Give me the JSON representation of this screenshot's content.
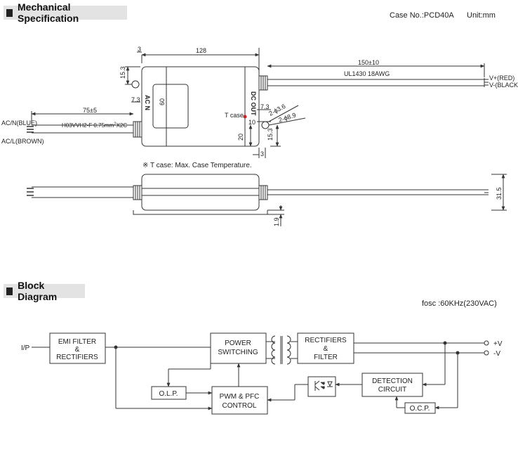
{
  "sections": {
    "mechanical_title": "Mechanical Specification",
    "block_title": "Block Diagram"
  },
  "case_info": {
    "case_no": "Case No.:PCD40A",
    "unit": "Unit:mm"
  },
  "fosc": "fosc :60KHz(230VAC)",
  "mechanical": {
    "dim_3_top": "3",
    "dim_128": "128",
    "dim_150": "150±10",
    "cable_out_label": "UL1430 18AWG",
    "v_plus_red": "V+(RED)",
    "v_minus_black": "V-(BLACK)",
    "dim_15_3_left": "15.3",
    "dim_7_3_left": "7.3",
    "ac_n_side": "AC N",
    "dim_60": "60",
    "dim_75": "75±5",
    "cable_in_label": "H03VVH2-F 0.75mm",
    "cable_in_sup": "2",
    "cable_in_suffix": "X2C",
    "ac_n_blue": "AC/N(BLUE)",
    "ac_l_brown": "AC/L(BROWN)",
    "t_case": "T case",
    "dc_out": "DC OUT",
    "dim_7_3_right": "7.3",
    "dim_10": "10",
    "dim_20": "20",
    "hole_small": "2-ϕ3.6",
    "hole_large": "2-ϕ8.9",
    "dim_15_3_right": "15.3",
    "dim_3_bottom": "3",
    "t_case_note": "※ T case: Max. Case Temperature.",
    "dim_31_5": "31.5",
    "dim_1_9": "1.9"
  },
  "block": {
    "ip": "I/P",
    "emi_l1": "EMI FILTER",
    "emi_l2": "&",
    "emi_l3": "RECTIFIERS",
    "power_l1": "POWER",
    "power_l2": "SWITCHING",
    "rect_l1": "RECTIFIERS",
    "rect_l2": "&",
    "rect_l3": "FILTER",
    "olp": "O.L.P.",
    "pwm_l1": "PWM & PFC",
    "pwm_l2": "CONTROL",
    "det_l1": "DETECTION",
    "det_l2": "CIRCUIT",
    "ocp": "O.C.P.",
    "vplus": "+V",
    "vminus": "-V"
  },
  "colors": {
    "line": "#333333",
    "t_case_dot": "#cc2222",
    "header_bg": "#e3e3e3"
  }
}
